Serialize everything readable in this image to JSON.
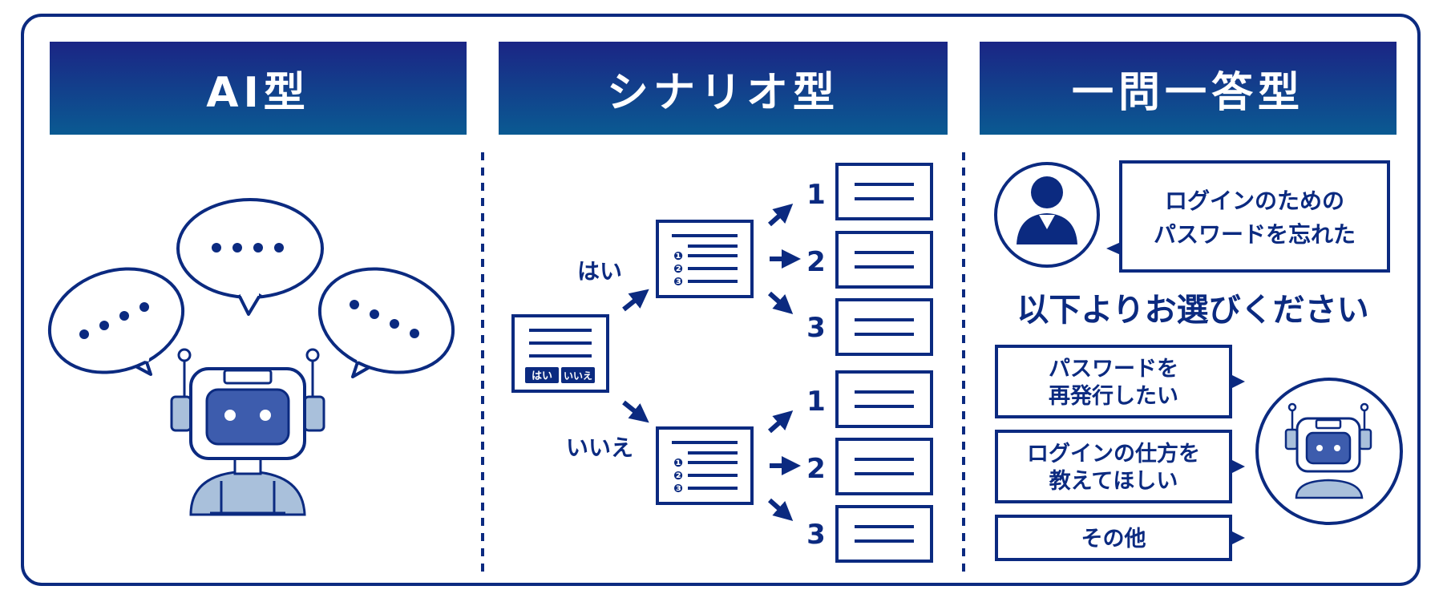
{
  "colors": {
    "navy": "#0b2a80",
    "header_top": "#1b2585",
    "header_bottom": "#0a5a92",
    "robot_light": "#a9c0db",
    "robot_face": "#3d5cad"
  },
  "headers": {
    "ai": "AI型",
    "scenario": "シナリオ型",
    "qa": "一問一答型"
  },
  "ai": {
    "bubbles": [
      {
        "dots": 4
      },
      {
        "dots": 4
      },
      {
        "dots": 4
      }
    ]
  },
  "scenario": {
    "start_buttons": [
      "はい",
      "いいえ"
    ],
    "branch_yes": "はい",
    "branch_no": "いいえ",
    "menu_numbers": [
      "❶",
      "❷",
      "❸"
    ],
    "option_numbers": [
      "1",
      "2",
      "3"
    ]
  },
  "qa": {
    "question_lines": [
      "ログインのための",
      "パスワードを忘れた"
    ],
    "prompt": "以下よりお選びください",
    "options": [
      {
        "lines": [
          "パスワードを",
          "再発行したい"
        ]
      },
      {
        "lines": [
          "ログインの仕方を",
          "教えてほしい"
        ]
      },
      {
        "lines": [
          "その他"
        ]
      }
    ]
  }
}
